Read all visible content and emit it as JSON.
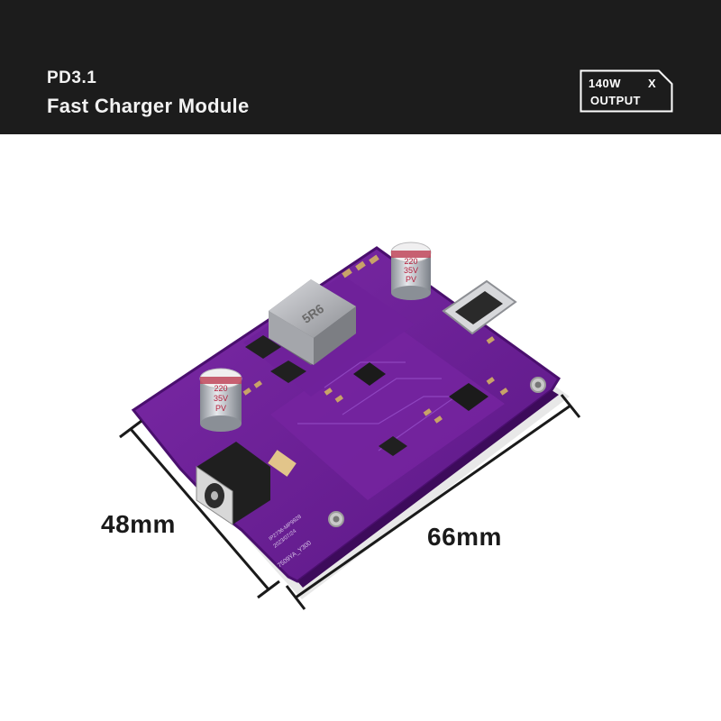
{
  "header": {
    "title_line1": "PD3.1",
    "title_line2": "Fast Charger Module",
    "badge_line1": "140W",
    "badge_mark": "X",
    "badge_line2": "OUTPUT",
    "background": "#1c1c1c"
  },
  "dimensions": {
    "height_label": "48mm",
    "width_label": "66mm"
  },
  "board": {
    "pcb_color": "#6a1e9a",
    "cap_left_label": "220\n35V\nPV",
    "cap_right_label": "220\n35V\nPV",
    "inductor_label": "5R6",
    "silk_line1": "IP2736-MP9928",
    "silk_line2": "2023/07/24",
    "silk_line3": "7509YA_Y300"
  }
}
